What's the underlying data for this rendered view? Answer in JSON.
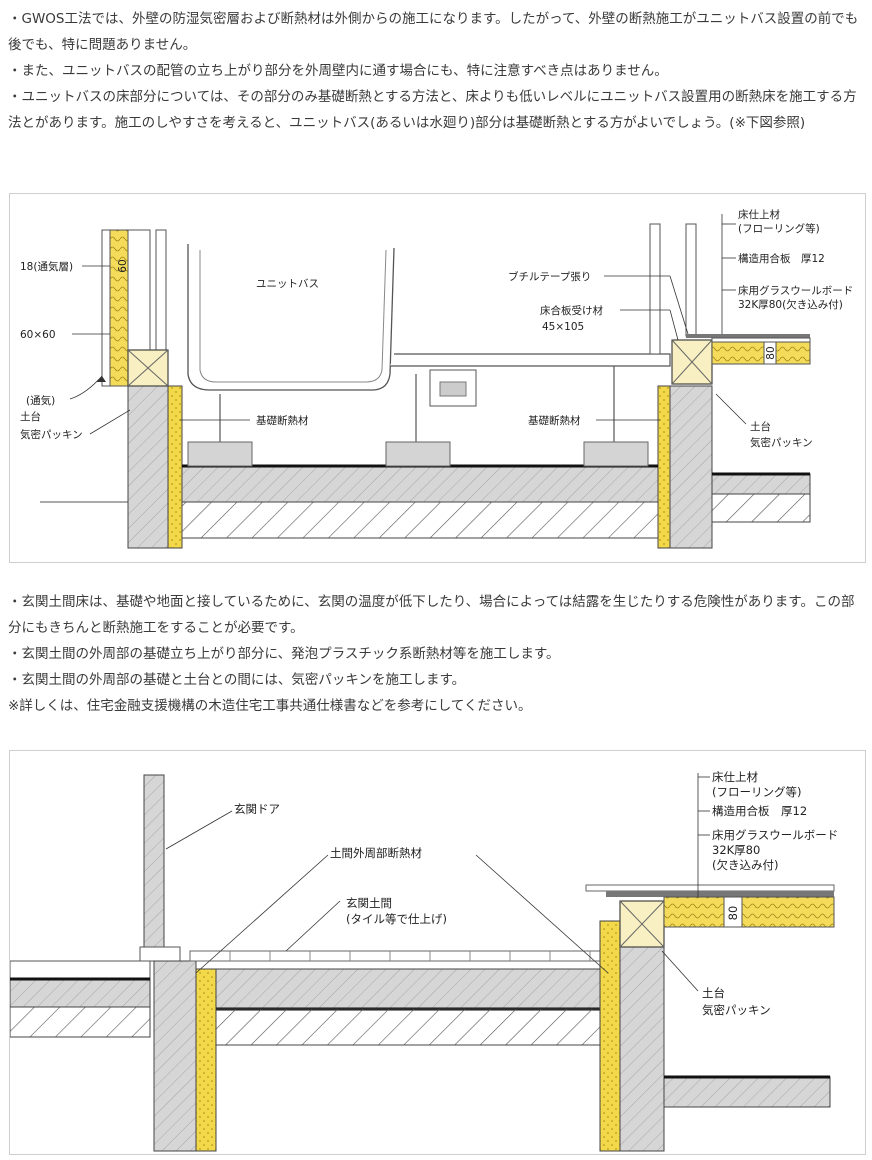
{
  "text1": {
    "p1": "・GWOS工法では、外壁の防湿気密層および断熱材は外側からの施工になります。したがって、外壁の断熱施工がユニットバス設置の前でも後でも、特に問題ありません。",
    "p2": "・また、ユニットバスの配管の立ち上がり部分を外周壁内に通す場合にも、特に注意すべき点はありません。",
    "p3": "・ユニットバスの床部分については、その部分のみ基礎断熱とする方法と、床よりも低いレベルにユニットバス設置用の断熱床を施工する方法とがあります。施工のしやすさを考えると、ユニットバス(あるいは水廻り)部分は基礎断熱とする方がよいでしょう。(※下図参照)"
  },
  "figure1": {
    "labels": {
      "air_layer": "18(通気層)",
      "sixty": "60",
      "sixty_x_sixty": "60×60",
      "ventilation": "(通気)",
      "dodai": "土台",
      "packing": "気密パッキン",
      "unit_bath": "ユニットバス",
      "found_ins_left": "基礎断熱材",
      "found_ins_right": "基礎断熱材",
      "butyl": "ブチルテープ張り",
      "joist_bearer_1": "床合板受け材",
      "joist_bearer_2": "45×105",
      "floor_finish_1": "床仕上材",
      "floor_finish_2": "(フローリング等)",
      "plywood": "構造用合板　厚12",
      "glasswool_1": "床用グラスウールボード",
      "glasswool_2": "32K厚80(欠き込み付)",
      "eighty": "80",
      "dodai_r": "土台",
      "packing_r": "気密パッキン"
    }
  },
  "text2": {
    "p1": "・玄関土間床は、基礎や地面と接しているために、玄関の温度が低下したり、場合によっては結露を生じたりする危険性があります。この部分にもきちんと断熱施工をすることが必要です。",
    "p2": "・玄関土間の外周部の基礎立ち上がり部分に、発泡プラスチック系断熱材等を施工します。",
    "p3": "・玄関土間の外周部の基礎と土台との間には、気密パッキンを施工します。",
    "p4": "※詳しくは、住宅金融支援機構の木造住宅工事共通仕様書などを参考にしてください。"
  },
  "figure2": {
    "labels": {
      "door": "玄関ドア",
      "perimeter_ins": "土間外周部断熱材",
      "doma_1": "玄関土間",
      "doma_2": "(タイル等で仕上げ)",
      "floor_finish_1": "床仕上材",
      "floor_finish_2": "(フローリング等)",
      "plywood": "構造用合板　厚12",
      "glasswool_1": "床用グラスウールボード",
      "glasswool_2": "32K厚80",
      "glasswool_3": "(欠き込み付)",
      "eighty": "80",
      "dodai": "土台",
      "packing": "気密パッキン"
    }
  }
}
